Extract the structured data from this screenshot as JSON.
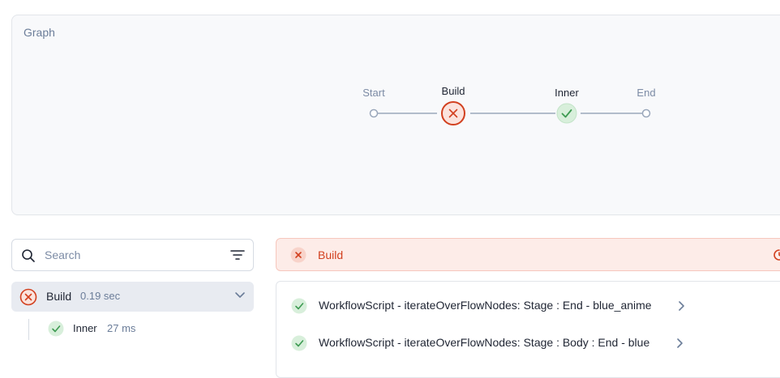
{
  "graph": {
    "title": "Graph",
    "nodes": [
      {
        "label": "Start",
        "status": "none"
      },
      {
        "label": "Build",
        "status": "failed"
      },
      {
        "label": "Inner",
        "status": "success"
      },
      {
        "label": "End",
        "status": "none"
      }
    ]
  },
  "search": {
    "placeholder": "Search",
    "value": ""
  },
  "tree": {
    "items": [
      {
        "name": "Build",
        "duration": "0.19 sec",
        "status": "failed",
        "expanded": true
      },
      {
        "name": "Inner",
        "duration": "27 ms",
        "status": "success"
      }
    ]
  },
  "stage": {
    "title": "Build",
    "status": "failed"
  },
  "steps": [
    {
      "label": "WorkflowScript - iterateOverFlowNodes: Stage : End - blue_anime",
      "status": "success"
    },
    {
      "label": "WorkflowScript - iterateOverFlowNodes: Stage : Body : End - blue",
      "status": "success"
    }
  ],
  "colors": {
    "failed": "#d2401f",
    "success": "#3e9b52",
    "muted": "#7c8ba5",
    "accent_failed_bg": "#fdece8"
  },
  "icons": [
    "search-icon",
    "filter-icon",
    "failed-icon",
    "success-icon",
    "chevron-down-icon",
    "chevron-right-icon",
    "restart-icon"
  ]
}
